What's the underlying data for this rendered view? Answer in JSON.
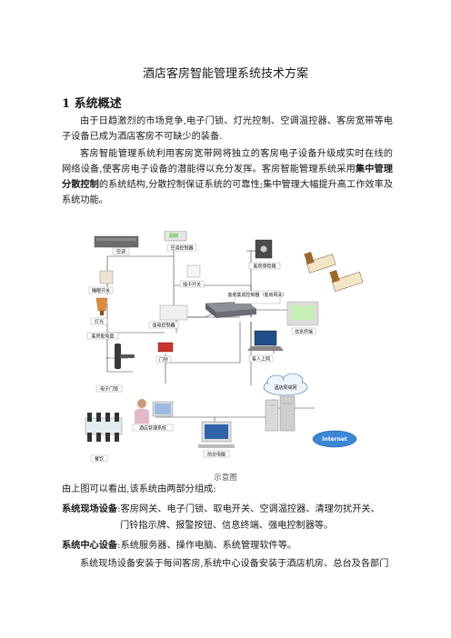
{
  "doc": {
    "title": "酒店客房智能管理系统技术方案",
    "section1_heading": "1 系统概述",
    "p1": "由于日趋激烈的市场竞争,电子门锁、灯光控制、空调温控器、客房宽带等电子设备已成为酒店客房不可缺少的装备.",
    "p2_a": "客房智能管理系统利用客房宽带网将独立的客房电子设备升级成实时在线的网络设备,使客房电子设备的潜能得以充分发挥。客房智能管理系统采用",
    "p2_b": "集中管理分散控制",
    "p2_c": "的系统结构,分散控制保证系统的可靠性;集中管理大幅提升高工作效率及系统功能。",
    "caption": "示意图",
    "p3": "由上图可以看出,该系统由两部分组成:",
    "field_label": "系统现场设备",
    "field_text": ":客房网关、电子门锁、取电开关、空调温控器、清理勿扰开关、",
    "field_text2": "门铃指示牌、报警按钮、信息终端、强电控制器等。",
    "center_label": "系统中心设备",
    "center_text": ":系统服务器、操作电脑、系统管理软件等。",
    "p4": "系统现场设备安装于每间客房,系统中心设备安装于酒店机房、总台及各部门"
  },
  "diagram": {
    "labels": {
      "aircon": "空调",
      "ac_controller": "空调控制器",
      "safe": "客房保险箱",
      "dnd_switch": "睡眠开关",
      "card_switch": "插卡开关",
      "gateway": "客房集成控制器（客房网关）",
      "light": "灯光",
      "power_controller": "强电控制器",
      "info_terminal": "信息终端",
      "power_box": "客房配电盘",
      "doorbell": "门铃",
      "guest_internet": "客人上网",
      "door_lock": "电子门锁",
      "lan": "酒店局域网",
      "mgmt_system": "酒店管理系统",
      "front_desk_pc": "前台电脑",
      "internet": "Internet",
      "dining": "餐饮"
    }
  }
}
